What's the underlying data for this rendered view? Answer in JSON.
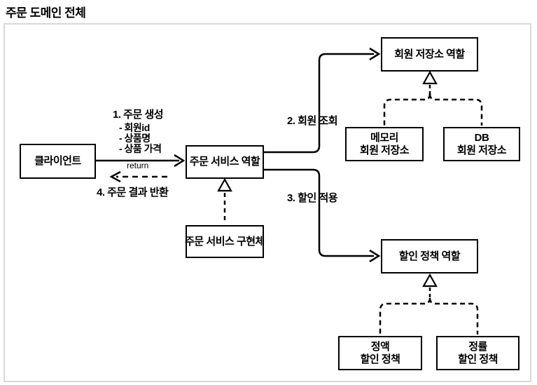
{
  "title": "주문 도메인 전체",
  "diagram": {
    "nodes": {
      "client": {
        "label": "클라이언트"
      },
      "order_service_role": {
        "label": "주문 서비스 역할"
      },
      "order_service_impl": {
        "label": "주문 서비스 구현체"
      },
      "member_repo_role": {
        "label": "회원 저장소 역할"
      },
      "memory_member_repo": {
        "line1": "메모리",
        "line2": "회원 저장소"
      },
      "db_member_repo": {
        "line1": "DB",
        "line2": "회원 저장소"
      },
      "discount_policy_role": {
        "label": "할인 정책 역할"
      },
      "fixed_discount_policy": {
        "line1": "정액",
        "line2": "할인 정책"
      },
      "rate_discount_policy": {
        "line1": "정률",
        "line2": "할인 정책"
      }
    },
    "edges": {
      "create_order": {
        "label": "1. 주문 생성",
        "details": [
          "- 회원id",
          "- 상품명",
          "- 상품 가격"
        ]
      },
      "member_lookup": {
        "label": "2. 회원 조회"
      },
      "discount_apply": {
        "label": "3. 할인 적용"
      },
      "return_edge": {
        "label": "return"
      },
      "order_result": {
        "label": "4. 주문 결과 반환"
      }
    },
    "colors": {
      "line": "#000000",
      "box_border": "#000000",
      "frame_border": "#d8d8d8",
      "background": "#ffffff"
    }
  }
}
